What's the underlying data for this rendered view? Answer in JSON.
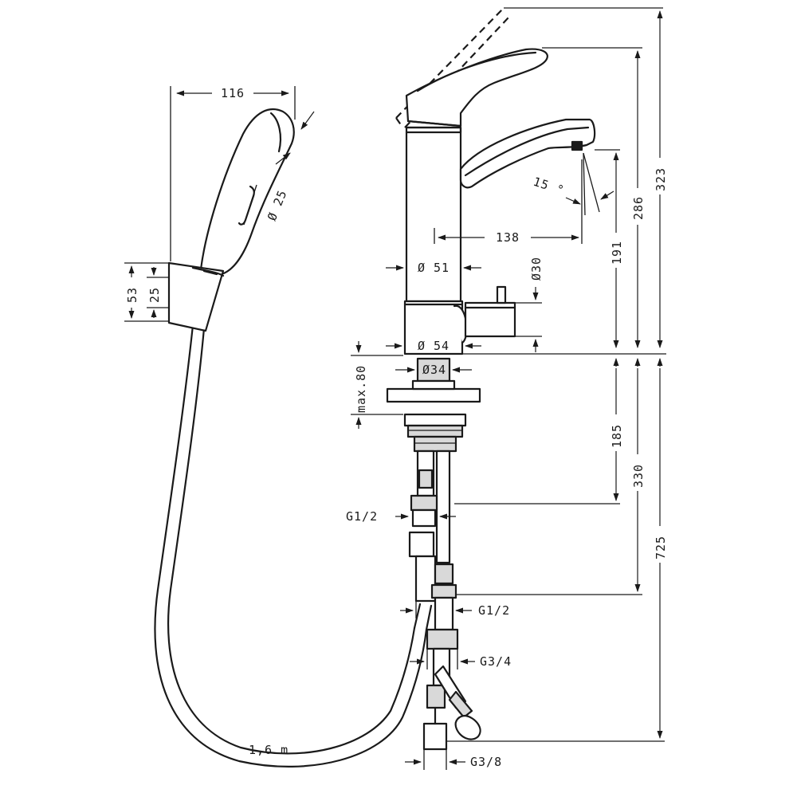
{
  "dimensions": {
    "hand_shower_width": "116",
    "hand_shower_diameter": "Ø 25",
    "holder_height": "53",
    "holder_inner": "25",
    "spout_angle": "15 °",
    "spout_reach": "138",
    "body_diameter": "Ø 51",
    "knob_diameter": "Ø30",
    "base_diameter": "Ø 54",
    "shank_diameter": "Ø34",
    "max_thickness": "max.80",
    "spout_height": "191",
    "outlet_height": "286",
    "total_height": "323",
    "shank_length": "185",
    "hose_length_a": "330",
    "hose_length_b": "725",
    "thread_1": "G1/2",
    "thread_2": "G1/2",
    "thread_3": "G3/4",
    "thread_4": "G3/8",
    "shower_hose": "1,6 m"
  }
}
